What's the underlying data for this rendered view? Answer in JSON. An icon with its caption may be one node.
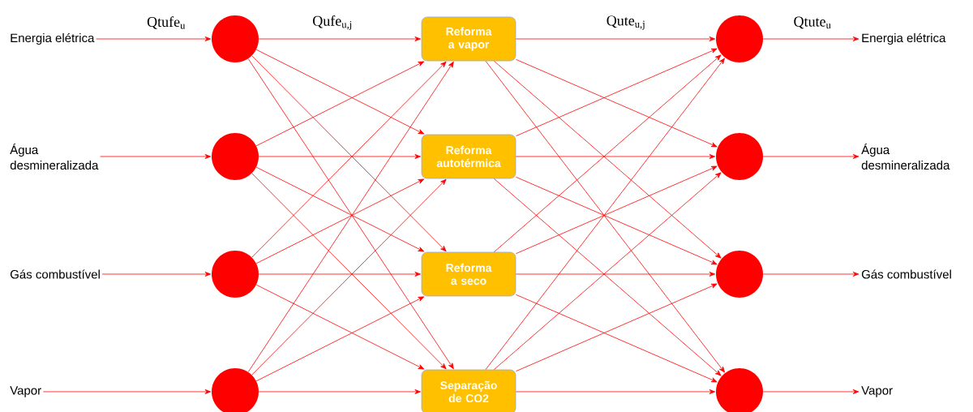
{
  "diagram": {
    "nodes": [
      {
        "text": [
          "Energia elétrica"
        ]
      },
      {
        "text": [
          "Água desmineralizada"
        ]
      },
      {
        "text": [
          "Gás combustível"
        ]
      },
      {
        "text": [
          "Vapor"
        ]
      },
      {
        "text": [],
        "shape": "circle"
      },
      {
        "text": [],
        "shape": "circle"
      },
      {
        "text": [],
        "shape": "circle"
      },
      {
        "text": [],
        "shape": "circle"
      },
      {
        "text": [
          "Reforma a vapor"
        ]
      },
      {
        "text": [
          "Reforma autotérmica"
        ]
      },
      {
        "text": [
          "Reforma a seco"
        ]
      },
      {
        "text": [
          "Separação de CO2"
        ]
      },
      {
        "text": [],
        "shape": "circle"
      },
      {
        "text": [],
        "shape": "circle"
      },
      {
        "text": [],
        "shape": "circle"
      },
      {
        "text": [],
        "shape": "circle"
      },
      {
        "text": [
          "Energia elétrica"
        ]
      },
      {
        "text": [
          "Água desmineralizada"
        ]
      },
      {
        "text": [
          "Gás combustível"
        ]
      },
      {
        "text": [
          "Vapor"
        ]
      }
    ],
    "edges": [
      {
        "from": 0,
        "to": 4,
        "arrow": "to"
      },
      {
        "from": 1,
        "to": 5,
        "arrow": "to"
      },
      {
        "from": 2,
        "to": 6,
        "arrow": "to"
      },
      {
        "from": 3,
        "to": 7,
        "arrow": "to"
      },
      {
        "from": 4,
        "to": 8,
        "arrow": "to"
      },
      {
        "from": 4,
        "to": 9,
        "arrow": "to"
      },
      {
        "from": 4,
        "to": 10,
        "arrow": "to"
      },
      {
        "from": 4,
        "to": 11,
        "arrow": "to"
      },
      {
        "from": 5,
        "to": 8,
        "arrow": "to"
      },
      {
        "from": 5,
        "to": 9,
        "arrow": "to"
      },
      {
        "from": 5,
        "to": 10,
        "arrow": "to"
      },
      {
        "from": 5,
        "to": 11,
        "arrow": "to"
      },
      {
        "from": 6,
        "to": 8,
        "arrow": "to"
      },
      {
        "from": 6,
        "to": 9,
        "arrow": "to"
      },
      {
        "from": 6,
        "to": 10,
        "arrow": "to"
      },
      {
        "from": 6,
        "to": 11,
        "arrow": "to"
      },
      {
        "from": 7,
        "to": 8,
        "arrow": "to"
      },
      {
        "from": 7,
        "to": 9,
        "arrow": "to"
      },
      {
        "from": 7,
        "to": 10,
        "arrow": "to"
      },
      {
        "from": 7,
        "to": 11,
        "arrow": "to"
      },
      {
        "from": 8,
        "to": 12,
        "arrow": "to"
      },
      {
        "from": 8,
        "to": 13,
        "arrow": "to"
      },
      {
        "from": 8,
        "to": 14,
        "arrow": "to"
      },
      {
        "from": 8,
        "to": 15,
        "arrow": "to"
      },
      {
        "from": 9,
        "to": 12,
        "arrow": "to"
      },
      {
        "from": 9,
        "to": 13,
        "arrow": "to"
      },
      {
        "from": 9,
        "to": 14,
        "arrow": "to"
      },
      {
        "from": 9,
        "to": 15,
        "arrow": "to"
      },
      {
        "from": 10,
        "to": 12,
        "arrow": "to"
      },
      {
        "from": 10,
        "to": 13,
        "arrow": "to"
      },
      {
        "from": 10,
        "to": 14,
        "arrow": "to"
      },
      {
        "from": 10,
        "to": 15,
        "arrow": "to"
      },
      {
        "from": 11,
        "to": 12,
        "arrow": "to"
      },
      {
        "from": 11,
        "to": 13,
        "arrow": "to"
      },
      {
        "from": 11,
        "to": 14,
        "arrow": "to"
      },
      {
        "from": 11,
        "to": 15,
        "arrow": "to"
      },
      {
        "from": 12,
        "to": 16,
        "arrow": "to"
      },
      {
        "from": 13,
        "to": 17,
        "arrow": "to"
      },
      {
        "from": 14,
        "to": 18,
        "arrow": "to"
      },
      {
        "from": 15,
        "to": 19,
        "arrow": "to"
      }
    ],
    "labels": [
      "Qtufe$_{u}$",
      "Qufe$_{u,j}$",
      "Qute$_{u,j}$",
      "Qtute$_{u}$"
    ]
  }
}
